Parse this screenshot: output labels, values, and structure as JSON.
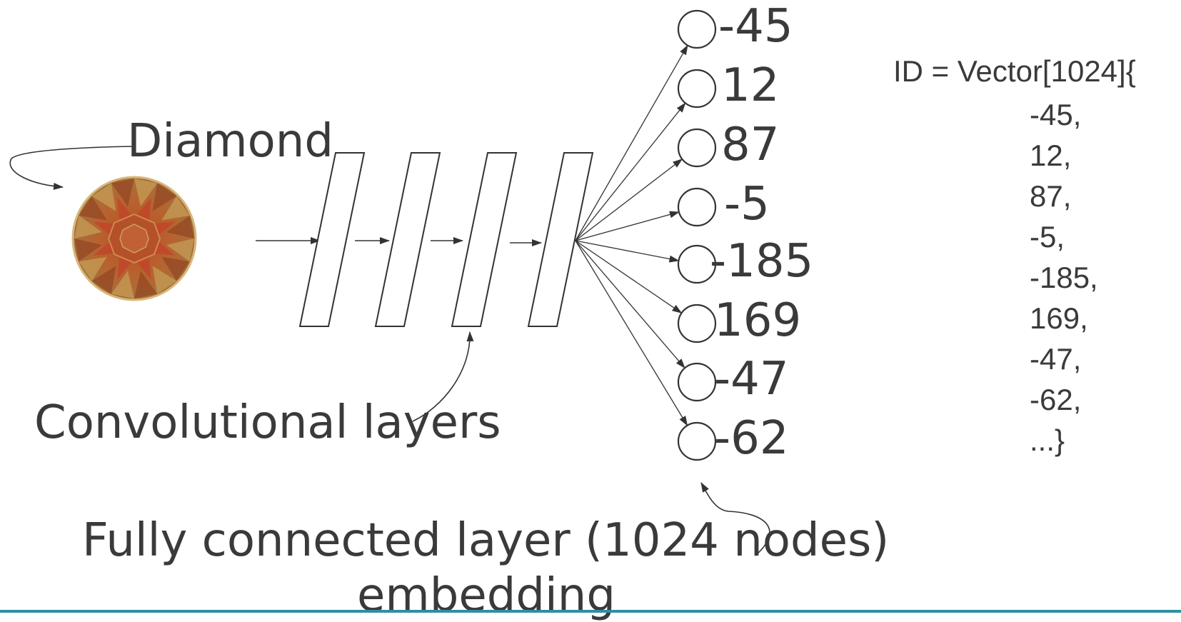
{
  "labels": {
    "diamond": "Diamond",
    "conv_layers": "Convolutional layers",
    "fc_line1": "Fully connected layer (1024 nodes)",
    "fc_line2": "embedding"
  },
  "node_values": [
    "-45",
    "12",
    "87",
    "-5",
    "-185",
    "169",
    "-47",
    "-62"
  ],
  "vector": {
    "header": "ID = Vector[1024]{",
    "entries": [
      "-45,",
      "12,",
      "87,",
      "-5,",
      "-185,",
      "169,",
      "-47,",
      "-62,",
      "...}"
    ]
  },
  "colors": {
    "text": "#3a3a3a",
    "lines": "#333333",
    "footer_line": "#2f8fa3",
    "gem_main": "#b0552a",
    "gem_light": "#c9a45a",
    "gem_dark": "#8a3a1e"
  },
  "icons": {
    "gem": "round-brilliant-diamond-icon"
  }
}
